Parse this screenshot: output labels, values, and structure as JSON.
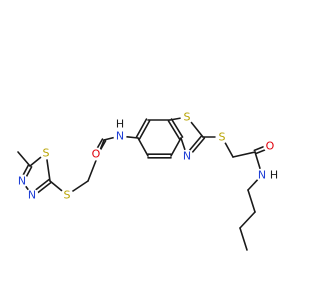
{
  "colors": {
    "S": "#b8a300",
    "N": "#1f3fd6",
    "O": "#e0000b",
    "C": "#1a1a1a"
  },
  "atoms": [
    {
      "id": "s_td_ring",
      "label": "S",
      "el": "S"
    },
    {
      "id": "n3",
      "label": "N",
      "el": "N"
    },
    {
      "id": "n4",
      "label": "N",
      "el": "N"
    },
    {
      "id": "s_thio1",
      "label": "S",
      "el": "S"
    },
    {
      "id": "o1",
      "label": "O",
      "el": "O"
    },
    {
      "id": "nh1",
      "label": "N",
      "el": "N"
    },
    {
      "id": "h_nh1",
      "label": "H",
      "el": "C"
    },
    {
      "id": "s_btz",
      "label": "S",
      "el": "S"
    },
    {
      "id": "n_btz",
      "label": "N",
      "el": "N"
    },
    {
      "id": "s_thio2",
      "label": "S",
      "el": "S"
    },
    {
      "id": "o2",
      "label": "O",
      "el": "O"
    },
    {
      "id": "nh2",
      "label": "N",
      "el": "N"
    },
    {
      "id": "h_nh2",
      "label": "H",
      "el": "C"
    }
  ]
}
